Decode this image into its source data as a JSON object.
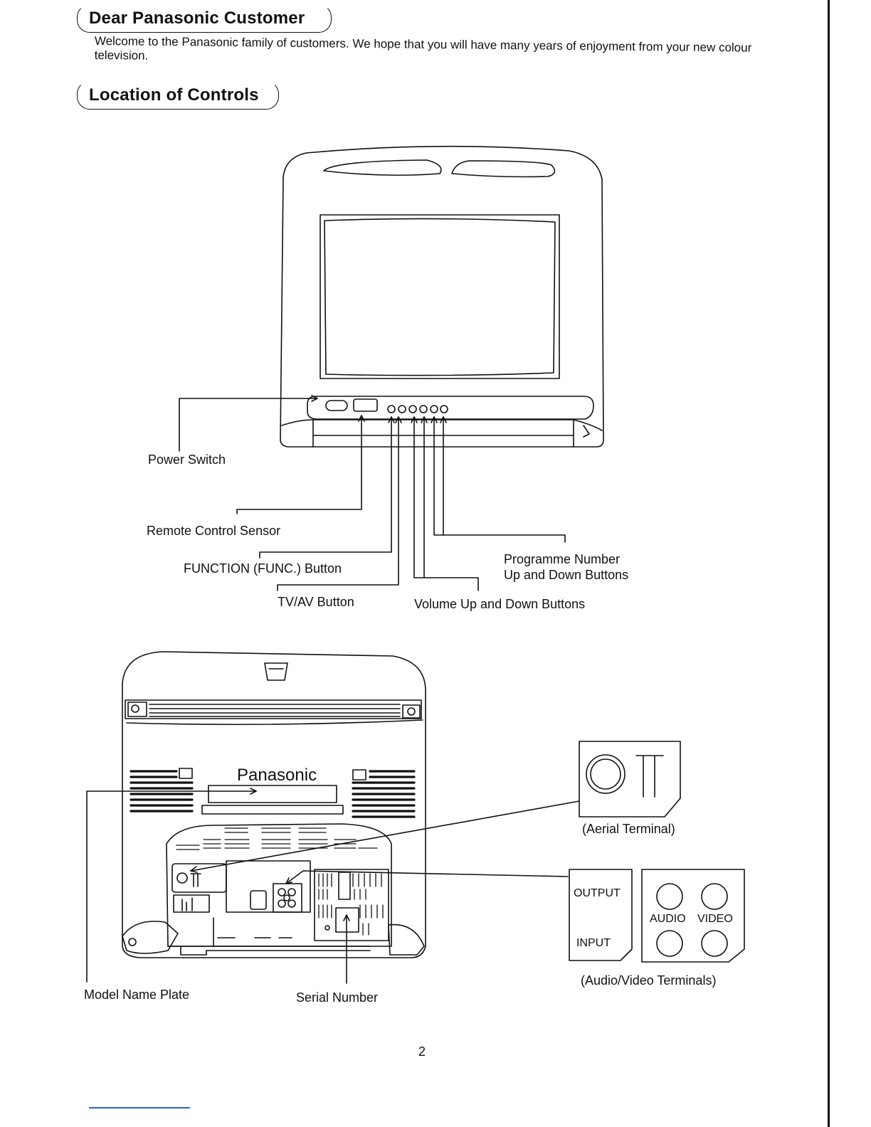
{
  "sections": {
    "dear_customer": {
      "title": "Dear Panasonic Customer",
      "body": "Welcome to the Panasonic family of customers. We hope that you will have many years of enjoyment from your new colour television."
    },
    "controls": {
      "title": "Location of Controls"
    }
  },
  "front_labels": {
    "power_switch": "Power Switch",
    "remote_sensor": "Remote Control Sensor",
    "function_button": "FUNCTION (FUNC.) Button",
    "tvav_button": "TV/AV Button",
    "volume_buttons": "Volume Up and Down Buttons",
    "programme_buttons_line1": "Programme Number",
    "programme_buttons_line2": "Up and Down Buttons"
  },
  "rear_labels": {
    "brand": "Panasonic",
    "model_name_plate": "Model Name Plate",
    "serial_number": "Serial Number",
    "aerial_terminal": "(Aerial Terminal)",
    "av_terminals": "(Audio/Video Terminals)",
    "output": "OUTPUT",
    "input": "INPUT",
    "audio": "AUDIO",
    "video": "VIDEO"
  },
  "page_number": "2"
}
